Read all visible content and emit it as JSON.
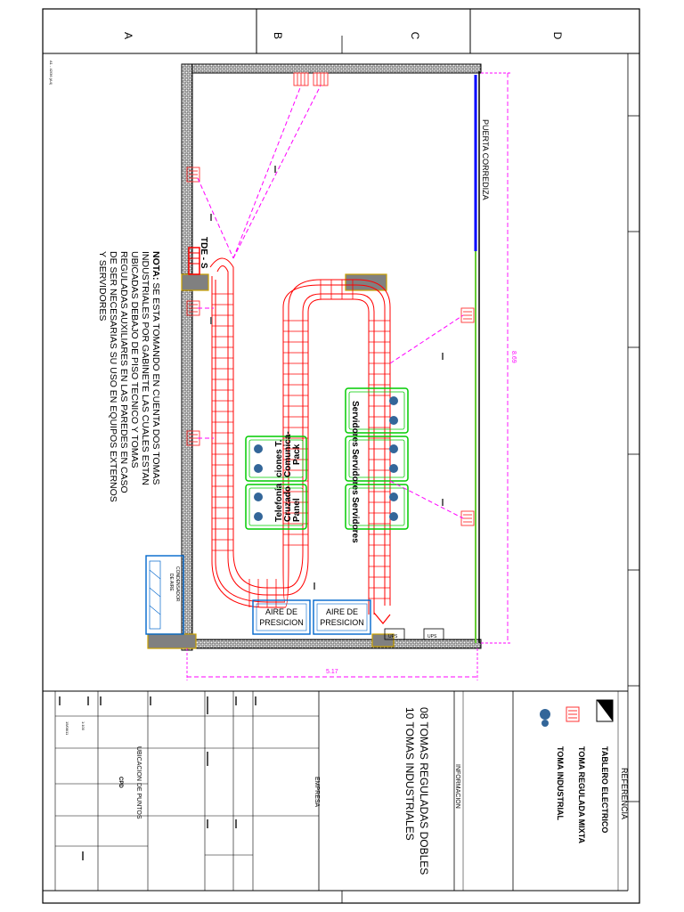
{
  "sheet": {
    "zone_letters": [
      "A",
      "B",
      "C",
      "D"
    ],
    "side_ref": "A1 - 42/36 (A4)"
  },
  "plan": {
    "door_label": "PUERTA CORREDIZA",
    "tde_label": "TDE - S",
    "server_label": "Servidores",
    "comms_label_1": "Pack",
    "comms_label_2": "Comunica-",
    "comms_label_3": "ciones T.",
    "panel_label_1": "Panel",
    "panel_label_2": "Cruzado",
    "panel_label_3": "Telefonía",
    "ac_label_1": "AIRE DE",
    "ac_label_2": "PRESICION",
    "condenser_label_1": "CONDENSADOR",
    "condenser_label_2": "DE AIRE",
    "dim_length": "8.69",
    "dim_width": "5.17",
    "small_box_label": "UPS"
  },
  "note": {
    "bold": "NOTA:",
    "line1": " SE ESTA TOMANDO EN CUENTA DOS TOMAS",
    "line2": "INDUSTRIALES POR GABINETE LAS CUALES ESTAN",
    "line3": "UBICADAS DEBAJO DE PISO TECNICO Y TOMAS",
    "line4": "REGULADAS AUXILIARES EN LAS PAREDES EN CASO",
    "line5": "DE SER NECESARIAS SU USO EN EQUIPOS EXTERNOS",
    "line6": "Y SERVIDORES"
  },
  "reference": {
    "title": "REFERENCIA",
    "items": [
      "TABLERO ELECTRICO",
      "TOMA REGULADA MIXTA",
      "TOMA INDUSTRIAL"
    ]
  },
  "information": {
    "title": "INFORMACION",
    "line1": "08 TOMAS REGULADAS DOBLES",
    "line2": "10 TOMAS INDUSTRIALES"
  },
  "company": {
    "label": "EMPRESA"
  },
  "title_block": {
    "drawing_title": "UBICACION DE PUNTOS",
    "subtitle": "CPD",
    "scale": "1:100",
    "date": "15/08/11"
  },
  "colors": {
    "tray": "#ff0000",
    "rack": "#00cc00",
    "dimension": "#ff00ff",
    "door": "#0000ff",
    "cooling": "#0066cc",
    "outlet_industrial": "#336699",
    "wall": "#000000",
    "floor_line": "#66cc33"
  }
}
